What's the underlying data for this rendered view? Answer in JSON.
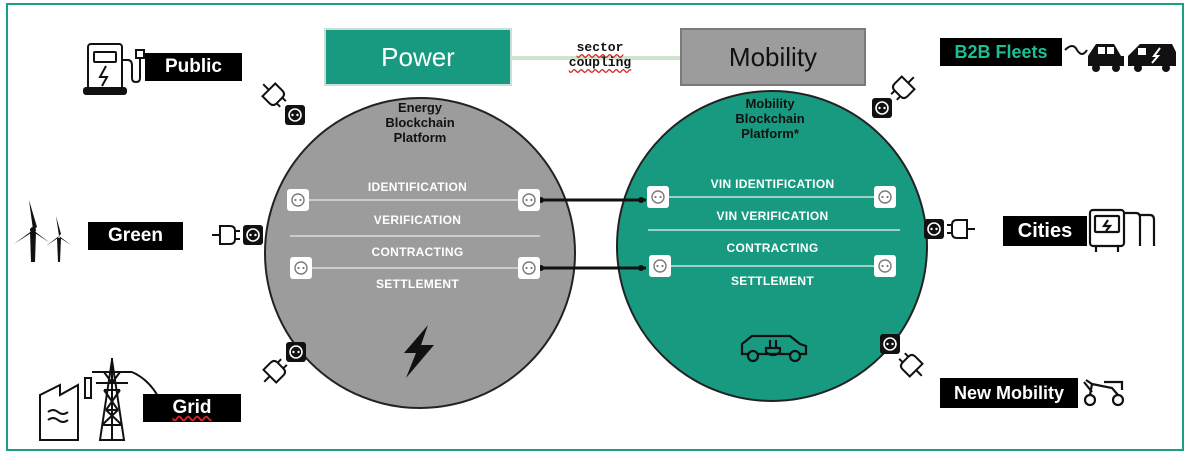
{
  "top": {
    "power_label": "Power",
    "mobility_label": "Mobility",
    "coupling_line1": "sector",
    "coupling_line2": "coupling"
  },
  "energy_platform": {
    "title_lines": [
      "Energy",
      "Blockchain",
      "Platform"
    ],
    "items": [
      "IDENTIFICATION",
      "VERIFICATION",
      "CONTRACTING",
      "SETTLEMENT"
    ]
  },
  "mobility_platform": {
    "title_lines": [
      "Mobility",
      "Blockchain",
      "Platform*"
    ],
    "items": [
      "VIN IDENTIFICATION",
      "VIN VERIFICATION",
      "CONTRACTING",
      "SETTLEMENT"
    ]
  },
  "endpoints": {
    "public": "Public",
    "green": "Green",
    "grid": "Grid",
    "b2b_fleets": "B2B Fleets",
    "cities": "Cities",
    "new_mobility": "New Mobility"
  },
  "colors": {
    "teal": "#189a80",
    "grey": "#9c9c9c",
    "b2b_text": "#1bbf95"
  },
  "icons": [
    "charging-station-icon",
    "wind-turbine-icon",
    "factory-pylon-icon",
    "lightning-icon",
    "car-plug-icon",
    "car-icon",
    "van-icon",
    "bus-icon",
    "scooter-icon",
    "plug-icon",
    "socket-icon"
  ]
}
